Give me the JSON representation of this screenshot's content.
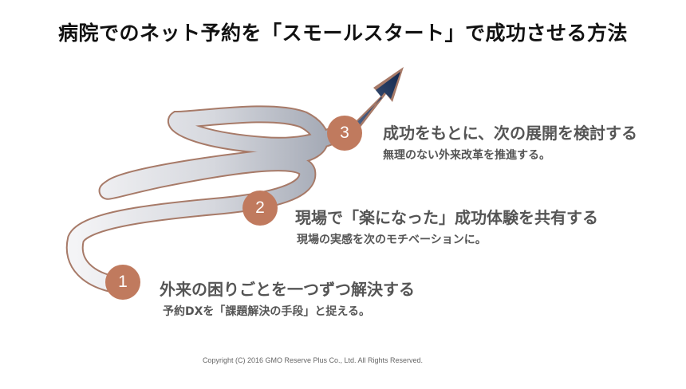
{
  "title": "病院でのネット予約を「スモールスタート」で成功させる方法",
  "steps": [
    {
      "number": "1",
      "heading": "外来の困りごとを一つずつ解決する",
      "sub": "予約DXを「課題解決の手段」と捉える。"
    },
    {
      "number": "2",
      "heading": "現場で「楽になった」成功体験を共有する",
      "sub": "現場の実感を次のモチベーションに。"
    },
    {
      "number": "3",
      "heading": "成功をもとに、次の展開を検討する",
      "sub": "無理のない外来改革を推進する。"
    }
  ],
  "copyright": "Copyright (C) 2016 GMO Reserve Plus Co., Ltd. All Rights Reserved.",
  "colors": {
    "accent": "#c07a5e",
    "arrow": "#1e3a66",
    "text": "#555555"
  }
}
